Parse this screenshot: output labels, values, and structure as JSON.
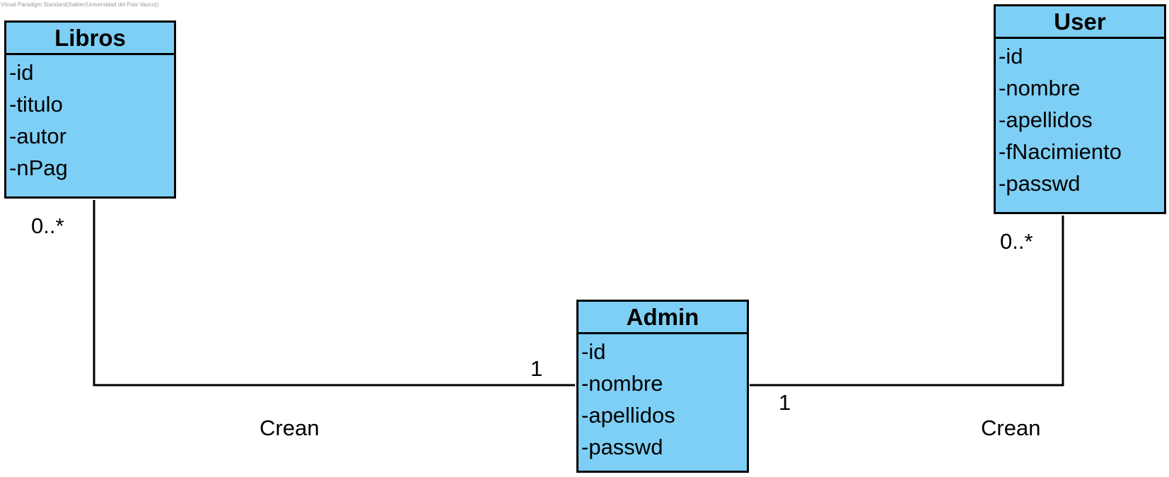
{
  "watermark": "Visual Paradigm Standard(Xabier(Universidad del Pais Vasco))",
  "colors": {
    "class_fill": "#7ecff5",
    "line": "#000000"
  },
  "classes": {
    "libros": {
      "name": "Libros",
      "attributes": [
        "-id",
        "-titulo",
        "-autor",
        "-nPag"
      ]
    },
    "user": {
      "name": "User",
      "attributes": [
        "-id",
        "-nombre",
        "-apellidos",
        "-fNacimiento",
        "-passwd"
      ]
    },
    "admin": {
      "name": "Admin",
      "attributes": [
        "-id",
        "-nombre",
        "-apellidos",
        "-passwd"
      ]
    }
  },
  "associations": {
    "libros_admin": {
      "name": "Crean",
      "libros_multiplicity": "0..*",
      "admin_multiplicity": "1"
    },
    "user_admin": {
      "name": "Crean",
      "user_multiplicity": "0..*",
      "admin_multiplicity": "1"
    }
  }
}
